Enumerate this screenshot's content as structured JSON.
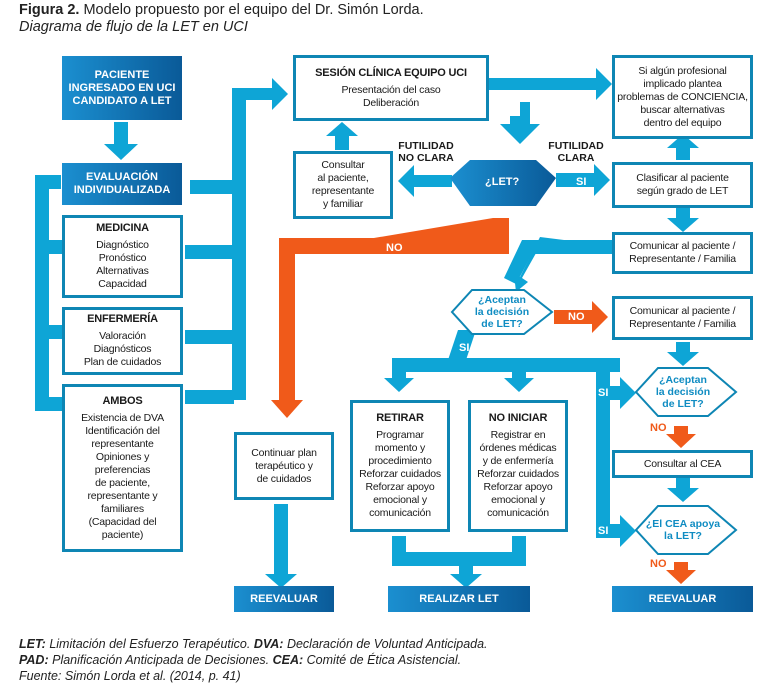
{
  "caption": {
    "figure_label": "Figura 2.",
    "title": "Modelo propuesto por el equipo del Dr. Simón Lorda.",
    "subtitle": "Diagrama de flujo de la LET en UCI"
  },
  "colors": {
    "blue": "#0ea5d6",
    "dark_blue_start": "#1b8fd0",
    "dark_blue_end": "#0a5a98",
    "orange": "#f05a1a",
    "border": "#0e86b4"
  },
  "nodes": {
    "start": "PACIENTE INGRESADO EN UCI CANDIDATO A LET",
    "evaluacion": "EVALUACIÓN INDIVIDUALIZADA",
    "medicina": {
      "title": "MEDICINA",
      "lines": [
        "Diagnóstico",
        "Pronóstico",
        "Alternativas",
        "Capacidad"
      ]
    },
    "enfermeria": {
      "title": "ENFERMERÍA",
      "lines": [
        "Valoración",
        "Diagnósticos",
        "Plan de cuidados"
      ]
    },
    "ambos": {
      "title": "AMBOS",
      "lines": [
        "Existencia de DVA",
        "Identificación del",
        "representante",
        "Opiniones y",
        "preferencias",
        "de paciente,",
        "representante y",
        "familiares",
        "(Capacidad del",
        "paciente)"
      ]
    },
    "sesion": {
      "title": "SESIÓN CLÍNICA EQUIPO UCI",
      "lines": [
        "Presentación del caso",
        "Deliberación"
      ]
    },
    "consultar": {
      "lines": [
        "Consultar",
        "al paciente,",
        "representante",
        "y familiar"
      ]
    },
    "let_decision": "¿LET?",
    "conciencia": {
      "lines": [
        "Si algún profesional",
        "implicado plantea",
        "problemas de CONCIENCIA,",
        "buscar alternativas",
        "dentro del equipo"
      ]
    },
    "clasificar": {
      "lines": [
        "Clasificar al paciente",
        "según grado de LET"
      ]
    },
    "comunicar1": {
      "lines": [
        "Comunicar al paciente /",
        "Representante / Familia"
      ]
    },
    "aceptan1": {
      "lines": [
        "¿Aceptan",
        "la decisión",
        "de LET?"
      ]
    },
    "comunicar2": {
      "lines": [
        "Comunicar al paciente /",
        "Representante / Familia"
      ]
    },
    "aceptan2": {
      "lines": [
        "¿Aceptan",
        "la decisión",
        "de LET?"
      ]
    },
    "consultar_cea": "Consultar al CEA",
    "cea_apoya": {
      "lines": [
        "¿El CEA apoya",
        "la LET?"
      ]
    },
    "continuar": {
      "lines": [
        "Continuar plan",
        "terapéutico y",
        "de cuidados"
      ]
    },
    "retirar": {
      "title": "RETIRAR",
      "lines": [
        "Programar",
        "momento y",
        "procedimiento",
        "Reforzar cuidados",
        "Reforzar apoyo",
        "emocional y",
        "comunicación"
      ]
    },
    "no_iniciar": {
      "title": "NO INICIAR",
      "lines": [
        "Registrar en",
        "órdenes médicas",
        "y de enfermería",
        "Reforzar cuidados",
        "Reforzar apoyo",
        "emocional y",
        "comunicación"
      ]
    },
    "reevaluar_left": "REEVALUAR",
    "realizar_let": "REALIZAR LET",
    "reevaluar_right": "REEVALUAR"
  },
  "edge_labels": {
    "futilidad_no_clara": [
      "FUTILIDAD",
      "NO CLARA"
    ],
    "futilidad_clara": [
      "FUTILIDAD",
      "CLARA"
    ],
    "si": "SI",
    "no": "NO"
  },
  "footer": {
    "line1": [
      {
        "b": "LET:"
      },
      {
        "t": " Limitación del Esfuerzo Terapéutico. "
      },
      {
        "b": "DVA:"
      },
      {
        "t": " Declaración de Voluntad Anticipada."
      }
    ],
    "line2": [
      {
        "b": "PAD:"
      },
      {
        "t": " Planificación Anticipada de Decisiones. "
      },
      {
        "b": "CEA:"
      },
      {
        "t": " Comité de Ética Asistencial."
      }
    ],
    "line3": "Fuente: Simón Lorda et al. (2014, p. 41)"
  }
}
